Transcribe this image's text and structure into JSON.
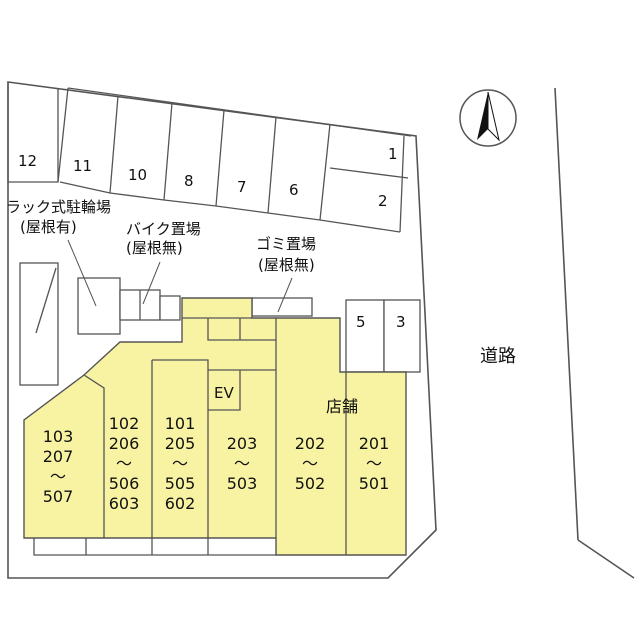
{
  "colors": {
    "building": "#f7f3a2",
    "line": "#555555",
    "background": "#ffffff"
  },
  "compass_icon": "north-arrow-icon",
  "road_label": "道路",
  "parking_numbers": [
    "12",
    "11",
    "10",
    "8",
    "7",
    "6",
    "1",
    "2"
  ],
  "parking_right_numbers": [
    "5",
    "3"
  ],
  "rack_bicycle_parking": {
    "line1": "ラック式駐輪場",
    "line2": "(屋根有)"
  },
  "bike_parking": {
    "line1": "バイク置場",
    "line2": "(屋根無)"
  },
  "garbage_area": {
    "line1": "ゴミ置場",
    "line2": "(屋根無)"
  },
  "elevator_label": "EV",
  "store_label": "店舗",
  "units": [
    {
      "lines": [
        "103",
        "207",
        "〜",
        "507"
      ]
    },
    {
      "lines": [
        "102",
        "206",
        "〜",
        "506",
        "603"
      ]
    },
    {
      "lines": [
        "101",
        "205",
        "〜",
        "505",
        "602"
      ]
    },
    {
      "lines": [
        "203",
        "〜",
        "503"
      ]
    },
    {
      "lines": [
        "202",
        "〜",
        "502"
      ]
    },
    {
      "lines": [
        "201",
        "〜",
        "501"
      ]
    }
  ]
}
